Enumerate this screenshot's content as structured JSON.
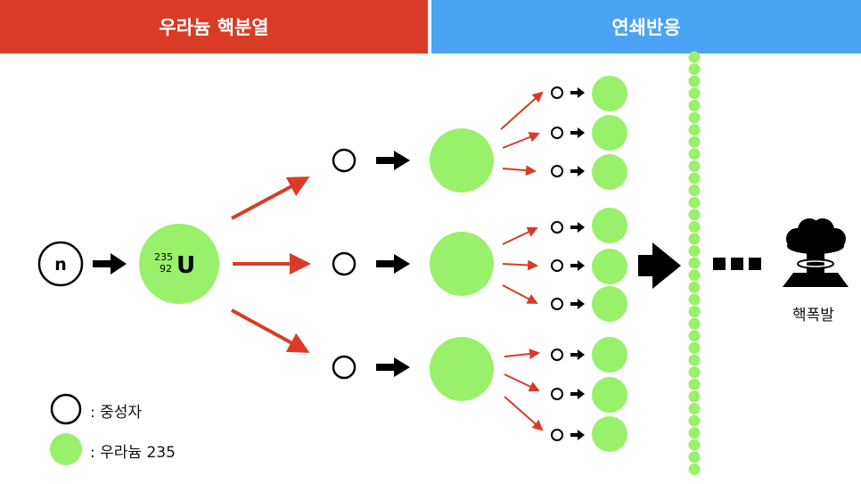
{
  "header": {
    "left_title": "우라늄 핵분열",
    "right_title": "연쇄반응",
    "left_color": "#d93b26",
    "right_color": "#4aa3f5"
  },
  "neutron": {
    "symbol": "n"
  },
  "uranium": {
    "mass_number": "235",
    "atomic_number": "92",
    "symbol": "U"
  },
  "explosion": {
    "label": "핵폭발",
    "icon": "mushroom-cloud-icon"
  },
  "legend": {
    "neutron_label": ": 중성자",
    "uranium_label": ": 우라늄 235"
  },
  "colors": {
    "uranium_fill": "#99f06b",
    "arrow_red": "#d93b26",
    "arrow_black": "#000000"
  }
}
